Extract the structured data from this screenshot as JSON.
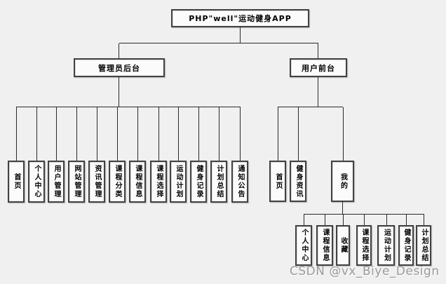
{
  "watermark": "CSDN @vx_Biye_Design",
  "colors": {
    "background": "#f0f0f0",
    "box_fill": "#fbfbfb",
    "box_border": "#424242",
    "line": "#2a2a2a",
    "text": "#000000",
    "watermark_text": "#9a9a9a"
  },
  "tree": {
    "root": {
      "label": "PHP\"well\"运动健身APP"
    },
    "admin": {
      "label": "管理员后台",
      "children": [
        "首页",
        "个人中心",
        "用户管理",
        "网站管理",
        "资讯管理",
        "课程分类",
        "课程信息",
        "课程选择",
        "运动计划",
        "健身记录",
        "计划总结",
        "通知公告"
      ]
    },
    "user": {
      "label": "用户前台",
      "children": [
        "首页",
        "健身资讯",
        "我的"
      ],
      "my": {
        "label": "我的",
        "children": [
          "个人中心",
          "课程信息",
          "收藏",
          "课程选择",
          "运动计划",
          "健身记录",
          "计划总结"
        ]
      }
    }
  }
}
